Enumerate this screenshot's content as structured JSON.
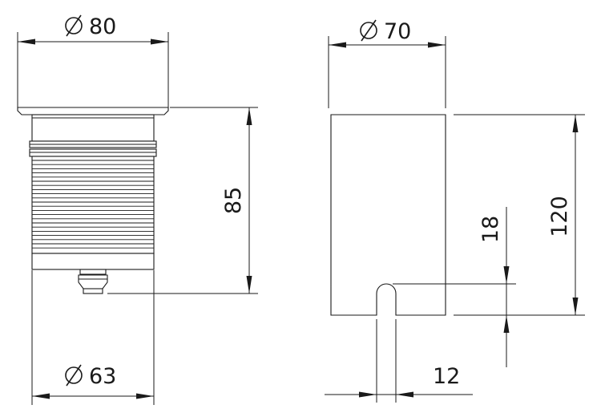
{
  "dimensions": {
    "top_diameter": "80",
    "inner_diameter": "70",
    "bottom_diameter": "63",
    "body_height": "85",
    "sleeve_height": "120",
    "slot_height": "18",
    "slot_width": "12"
  },
  "symbols": {
    "diameter_icon": "diameter-symbol"
  },
  "colors": {
    "line": "#1a1a1a",
    "background": "#ffffff"
  }
}
